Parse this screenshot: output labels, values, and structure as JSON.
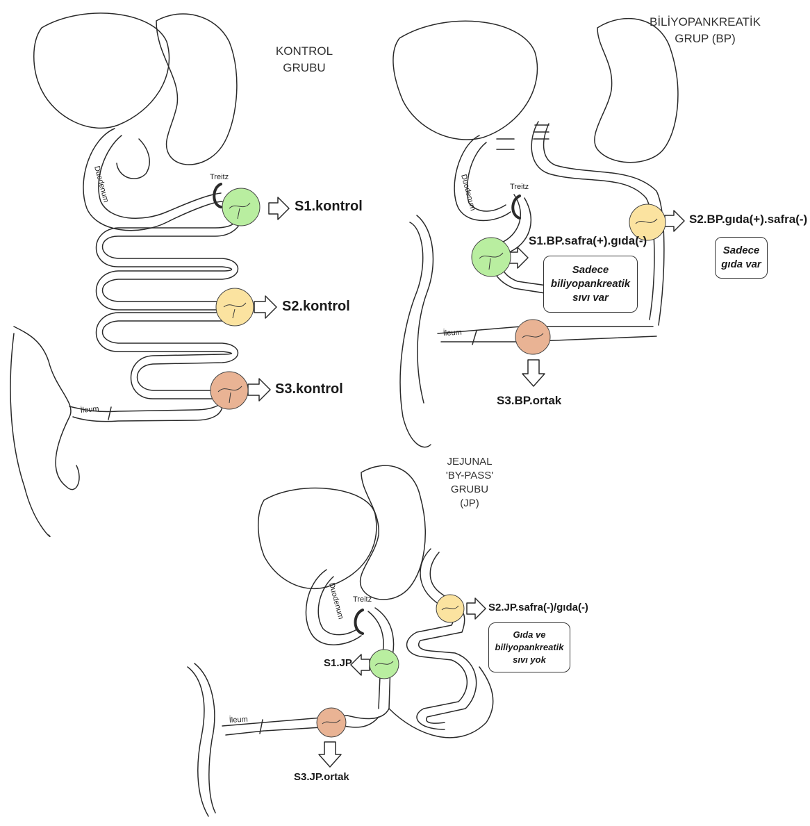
{
  "panels": {
    "control": {
      "title_line1": "KONTROL",
      "title_line2": "GRUBU",
      "s1": "S1.kontrol",
      "s2": "S2.kontrol",
      "s3": "S3.kontrol",
      "treitz": "Treitz",
      "duodenum": "Duodenum",
      "ileum": "İleum"
    },
    "bp": {
      "title_line1": "BİLİYOPANKREATİK",
      "title_line2": "GRUP (BP)",
      "s1": "S1.BP.safra(+).gıda(-)",
      "s2": "S2.BP.gıda(+).safra(-)",
      "s3": "S3.BP.ortak",
      "note_s1": "Sadece biliyopankreatik sıvı var",
      "note_s2": "Sadece gıda var",
      "treitz": "Treitz",
      "duodenum": "Duodenum",
      "ileum": "İleum"
    },
    "jp": {
      "title_line1": "JEJUNAL",
      "title_line2": "'BY-PASS'",
      "title_line3": "GRUBU",
      "title_line4": "(JP)",
      "s1": "S1.JP",
      "s2": "S2.JP.safra(-)/gıda(-)",
      "s3": "S3.JP.ortak",
      "note_s2": "Gıda ve biliyopankreatik sıvı yok",
      "treitz": "Treitz",
      "duodenum": "Duodenum",
      "ileum": "İleum"
    }
  },
  "colors": {
    "s1_green": "#b9eea0",
    "s2_yellow": "#fbe3a0",
    "s3_orange": "#e9b394",
    "outline": "#2a2a2a"
  }
}
